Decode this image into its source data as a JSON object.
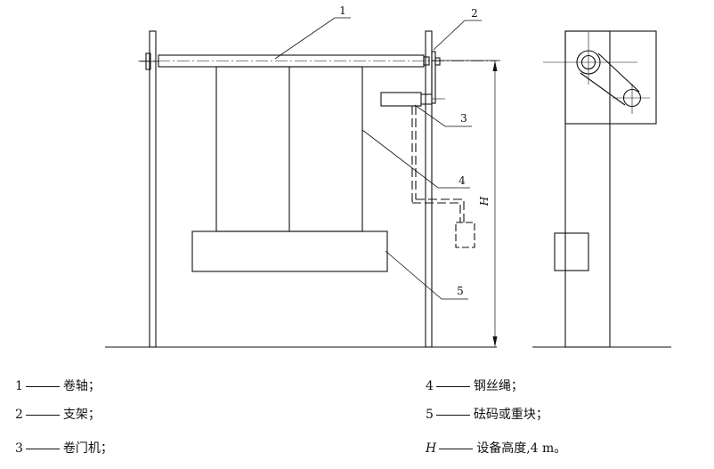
{
  "callouts": {
    "c1": "1",
    "c2": "2",
    "c3": "3",
    "c4": "4",
    "c5": "5",
    "height_symbol": "H"
  },
  "legend": {
    "item1": {
      "key": "1",
      "text": "卷轴；"
    },
    "item2": {
      "key": "2",
      "text": "支架；"
    },
    "item3": {
      "key": "3",
      "text": "卷门机；"
    },
    "item4": {
      "key": "4",
      "text": "钢丝绳；"
    },
    "item5": {
      "key": "5",
      "text": "砝码或重块；"
    },
    "itemH": {
      "key": "H",
      "text": "设备高度,4 m。"
    }
  }
}
